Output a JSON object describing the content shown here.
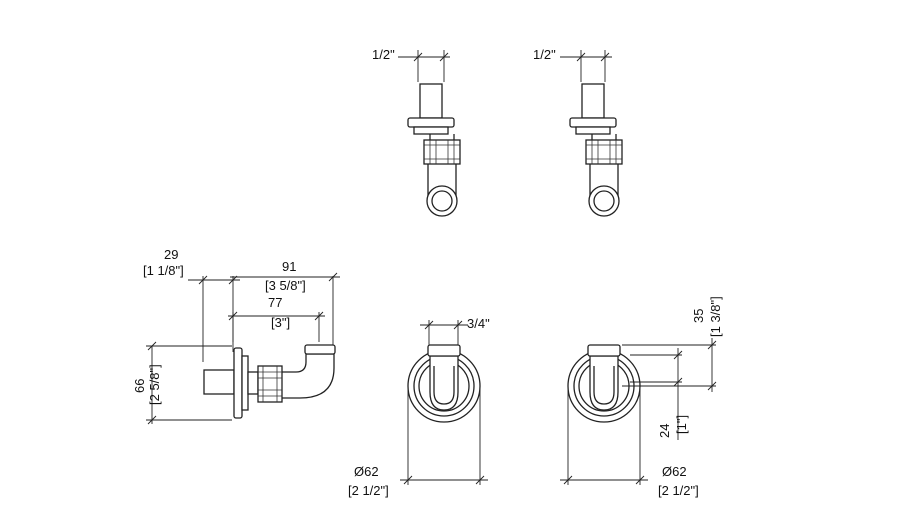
{
  "diagram": {
    "top_left": {
      "pipe_size": "1/2\""
    },
    "top_right": {
      "pipe_size": "1/2\""
    },
    "side_view": {
      "wall_depth_mm": "29",
      "wall_depth_in": "[1 1/8\"]",
      "overall_length_mm": "91",
      "overall_length_in": "[3 5/8\"]",
      "spout_length_mm": "77",
      "spout_length_in": "[3\"]",
      "height_mm": "66",
      "height_in": "[2 5/8\"]"
    },
    "front_view_left": {
      "outlet_size": "3/4\"",
      "diameter_mm": "Ø62",
      "diameter_in": "[2 1/2\"]"
    },
    "front_view_right": {
      "top_offset_mm": "35",
      "top_offset_in": "[1 3/8\"]",
      "center_offset_mm": "24",
      "center_offset_in": "[1\"]",
      "diameter_mm": "Ø62",
      "diameter_in": "[2 1/2\"]"
    }
  }
}
